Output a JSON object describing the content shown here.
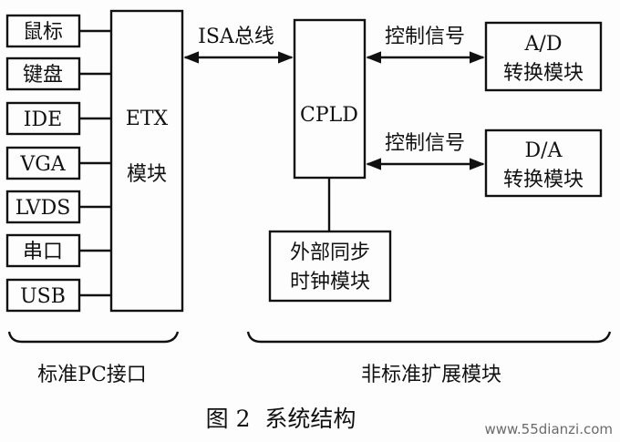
{
  "left_ports": [
    "鼠标",
    "键盘",
    "IDE",
    "VGA",
    "LVDS",
    "串口",
    "USB"
  ],
  "etx_box": {
    "line1": "ETX",
    "line2": "模块"
  },
  "bus_label": "ISA总线",
  "cpld_label": "CPLD",
  "control_label_1": "控制信号",
  "control_label_2": "控制信号",
  "ad_box": {
    "line1": "A/D",
    "line2": "转换模块"
  },
  "da_box": {
    "line1": "D/A",
    "line2": "转换模块"
  },
  "clock_box": {
    "line1": "外部同步",
    "line2": "时钟模块"
  },
  "group_left_label": "标准PC接口",
  "group_right_label": "非标准扩展模块",
  "caption": "图 2  系统结构",
  "watermark": "www.55dianzi.com"
}
